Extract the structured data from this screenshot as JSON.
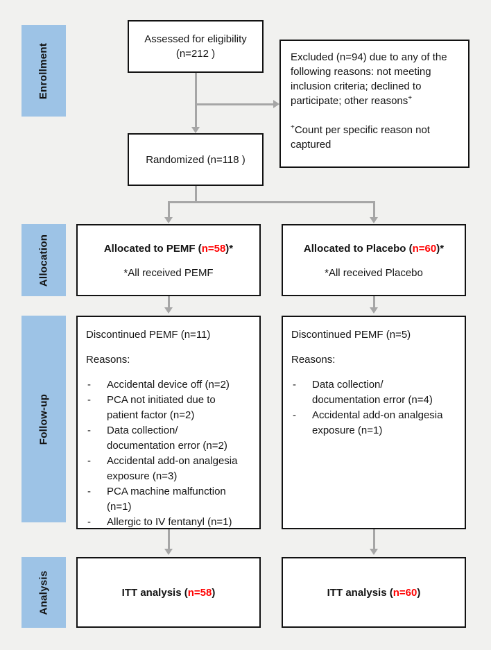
{
  "colors": {
    "background": "#f1f1ef",
    "stage_band_fill": "#9dc3e6",
    "box_fill": "#ffffff",
    "box_border": "#121212",
    "arrow": "#a6a6a6",
    "highlight_red": "#ff0000",
    "text": "#141414"
  },
  "bullet_char": "-",
  "stages": [
    {
      "label": "Enrollment"
    },
    {
      "label": "Allocation"
    },
    {
      "label": "Follow-up"
    },
    {
      "label": "Analysis"
    }
  ],
  "boxes": {
    "assessed": {
      "line1": "Assessed for eligibility",
      "line2": "(n=212 )"
    },
    "excluded": {
      "text": "Excluded (n=94) due to any of the following reasons: not meeting inclusion criteria; declined to participate; other reasons",
      "sup": "+",
      "note_sup": "+",
      "note_text": "Count per specific reason not captured"
    },
    "randomized": {
      "text": "Randomized (n=118 )"
    },
    "alloc_left": {
      "pre": "Allocated to PEMF (",
      "n": "n=58",
      "post": ")*",
      "sub": "*All received PEMF"
    },
    "alloc_right": {
      "pre": "Allocated to Placebo (",
      "n": "n=60",
      "post": ")*",
      "sub": "*All received Placebo"
    },
    "followup_left": {
      "title": "Discontinued PEMF (n=11)",
      "reasons_label": "Reasons:",
      "items": [
        "Accidental device off (n=2)",
        "PCA not initiated due to patient factor (n=2)",
        "Data collection/ documentation error (n=2)",
        "Accidental add-on analgesia exposure (n=3)",
        "PCA machine malfunction (n=1)",
        "Allergic to IV fentanyl (n=1)"
      ]
    },
    "followup_right": {
      "title": "Discontinued PEMF (n=5)",
      "reasons_label": "Reasons:",
      "items": [
        "Data collection/ documentation error (n=4)",
        "Accidental add-on analgesia exposure (n=1)"
      ]
    },
    "analysis_left": {
      "pre": "ITT analysis (",
      "n": "n=58",
      "post": ")"
    },
    "analysis_right": {
      "pre": "ITT analysis (",
      "n": "n=60",
      "post": ")"
    }
  }
}
